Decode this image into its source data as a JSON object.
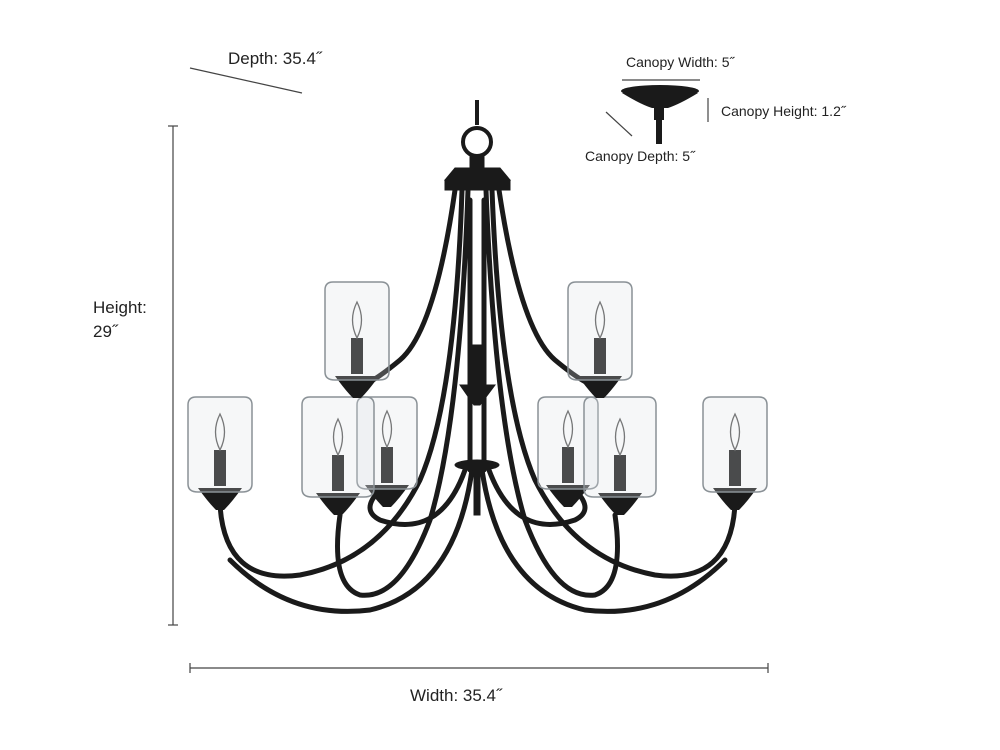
{
  "dimensions": {
    "depth": "Depth: 35.4˝",
    "height_label": "Height:",
    "height_value": "29˝",
    "width": "Width: 35.4˝",
    "canopy_width": "Canopy Width: 5˝",
    "canopy_height": "Canopy Height: 1.2˝",
    "canopy_depth": "Canopy Depth: 5˝"
  },
  "colors": {
    "metal": "#1a1a1a",
    "glass": "#9aa3a8",
    "line": "#444444"
  }
}
